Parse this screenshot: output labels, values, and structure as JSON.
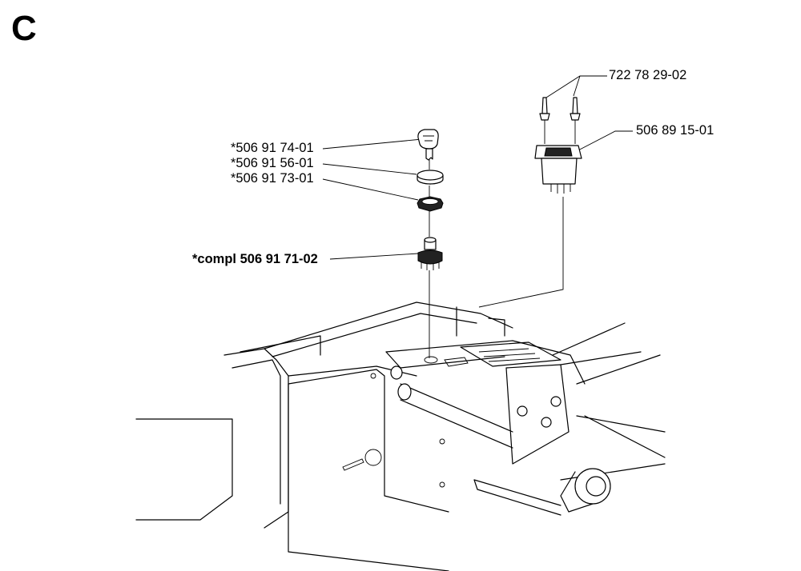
{
  "section_label": "C",
  "callouts": {
    "key": "*506 91 74-01",
    "washer": "*506 91 56-01",
    "nut": "*506 91 73-01",
    "ignition_switch": "*compl 506 91 71-02",
    "screws": "722 78 29-02",
    "socket": "506 89 15-01"
  },
  "colors": {
    "line": "#000000",
    "background": "#ffffff"
  }
}
